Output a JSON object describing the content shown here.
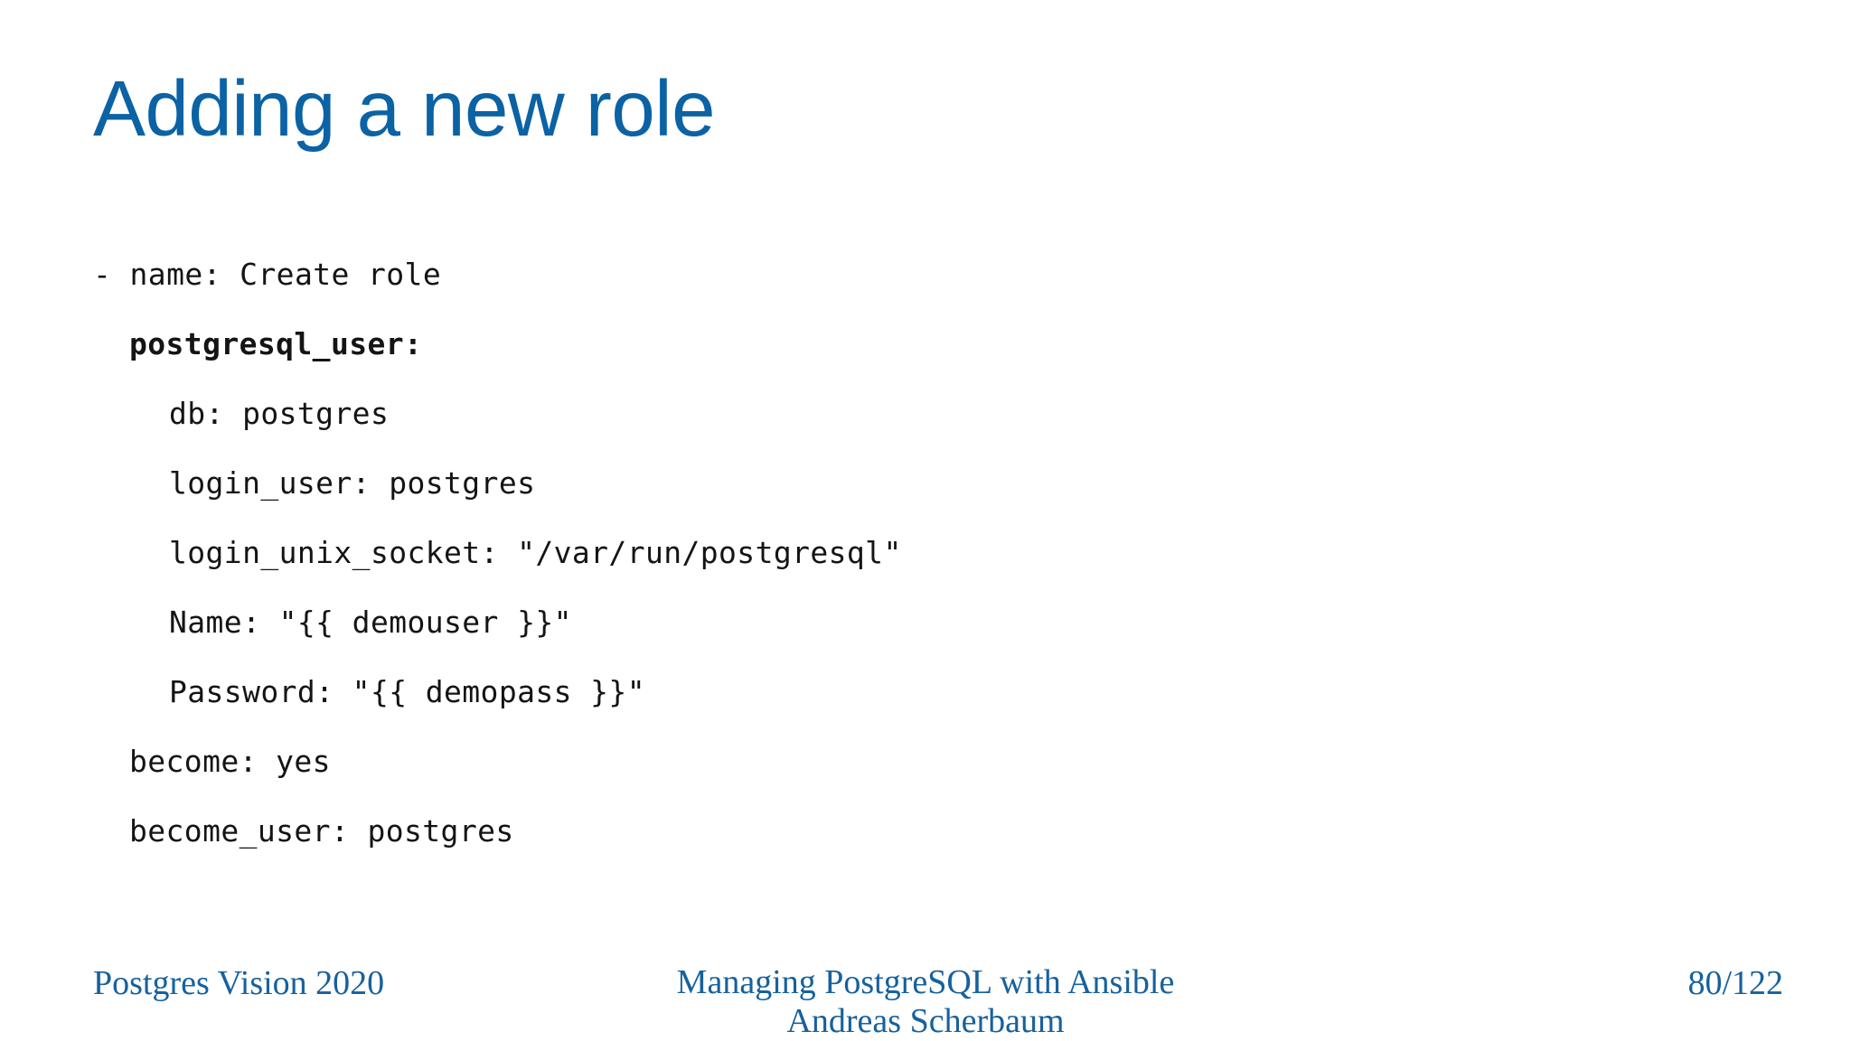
{
  "slide": {
    "title": "Adding a new role",
    "accent_color": "#0b62a4",
    "footer_color": "#16619e",
    "background_color": "#ffffff",
    "code_color": "#141414"
  },
  "code": {
    "lines": [
      {
        "text": "- name: Create role",
        "indent": 0,
        "bold": false
      },
      {
        "text": "postgresql_user:",
        "indent": 1,
        "bold": true
      },
      {
        "text": "db: postgres",
        "indent": 2,
        "bold": false
      },
      {
        "text": "login_user: postgres",
        "indent": 2,
        "bold": false
      },
      {
        "text": "login_unix_socket: \"/var/run/postgresql\"",
        "indent": 2,
        "bold": false
      },
      {
        "text": "Name: \"{{ demouser }}\"",
        "indent": 2,
        "bold": false
      },
      {
        "text": "Password: \"{{ demopass }}\"",
        "indent": 2,
        "bold": false
      },
      {
        "text": "become: yes",
        "indent": 1,
        "bold": false
      },
      {
        "text": "become_user: postgres",
        "indent": 1,
        "bold": false
      }
    ]
  },
  "footer": {
    "left": "Postgres Vision 2020",
    "center_line1": "Managing PostgreSQL with Ansible",
    "center_line2": "Andreas Scherbaum",
    "page": "80/122"
  }
}
